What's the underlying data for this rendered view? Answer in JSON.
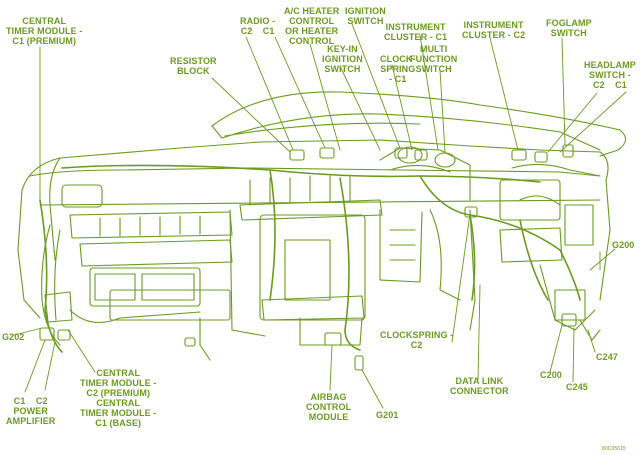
{
  "colors": {
    "ink": "#6b9b1e",
    "background": "#ffffff"
  },
  "labels": {
    "central_timer_c1": "CENTRAL\nTIMER MODULE -\nC1 (PREMIUM)",
    "radio": "RADIO -\nC2    C1",
    "ac_heater": "A/C HEATER\nCONTROL\nOR HEATER\nCONTROL",
    "ignition_switch": "IGNITION\nSWITCH",
    "instrument_cluster_c1": "INSTRUMENT\nCLUSTER - C1",
    "instrument_cluster_c2": "INSTRUMENT\nCLUSTER - C2",
    "foglamp_switch": "FOGLAMP\nSWITCH",
    "resistor_block": "RESISTOR\nBLOCK",
    "key_in": "KEY-IN\nIGNITION\nSWITCH",
    "clockspring_c1": "CLOCK-\nSPRING\n- C1",
    "multi_function": "MULTI\nFUNCTION\nSWITCH",
    "headlamp_switch": "HEADLAMP\nSWITCH -\nC2    C1",
    "g200": "G200",
    "g202": "G202",
    "clockspring_c2": "CLOCKSPRING -\nC2",
    "central_timer_c2": "CENTRAL\nTIMER MODULE -\nC2 (PREMIUM)\nCENTRAL\nTIMER MODULE -\nC1 (BASE)",
    "power_amp": "C1    C2\nPOWER\nAMPLIFIER",
    "airbag": "AIRBAG\nCONTROL\nMODULE",
    "g201": "G201",
    "data_link": "DATA LINK\nCONNECTOR",
    "c200": "C200",
    "c245": "C245",
    "c247": "C247",
    "figure_id": "80c05615"
  }
}
